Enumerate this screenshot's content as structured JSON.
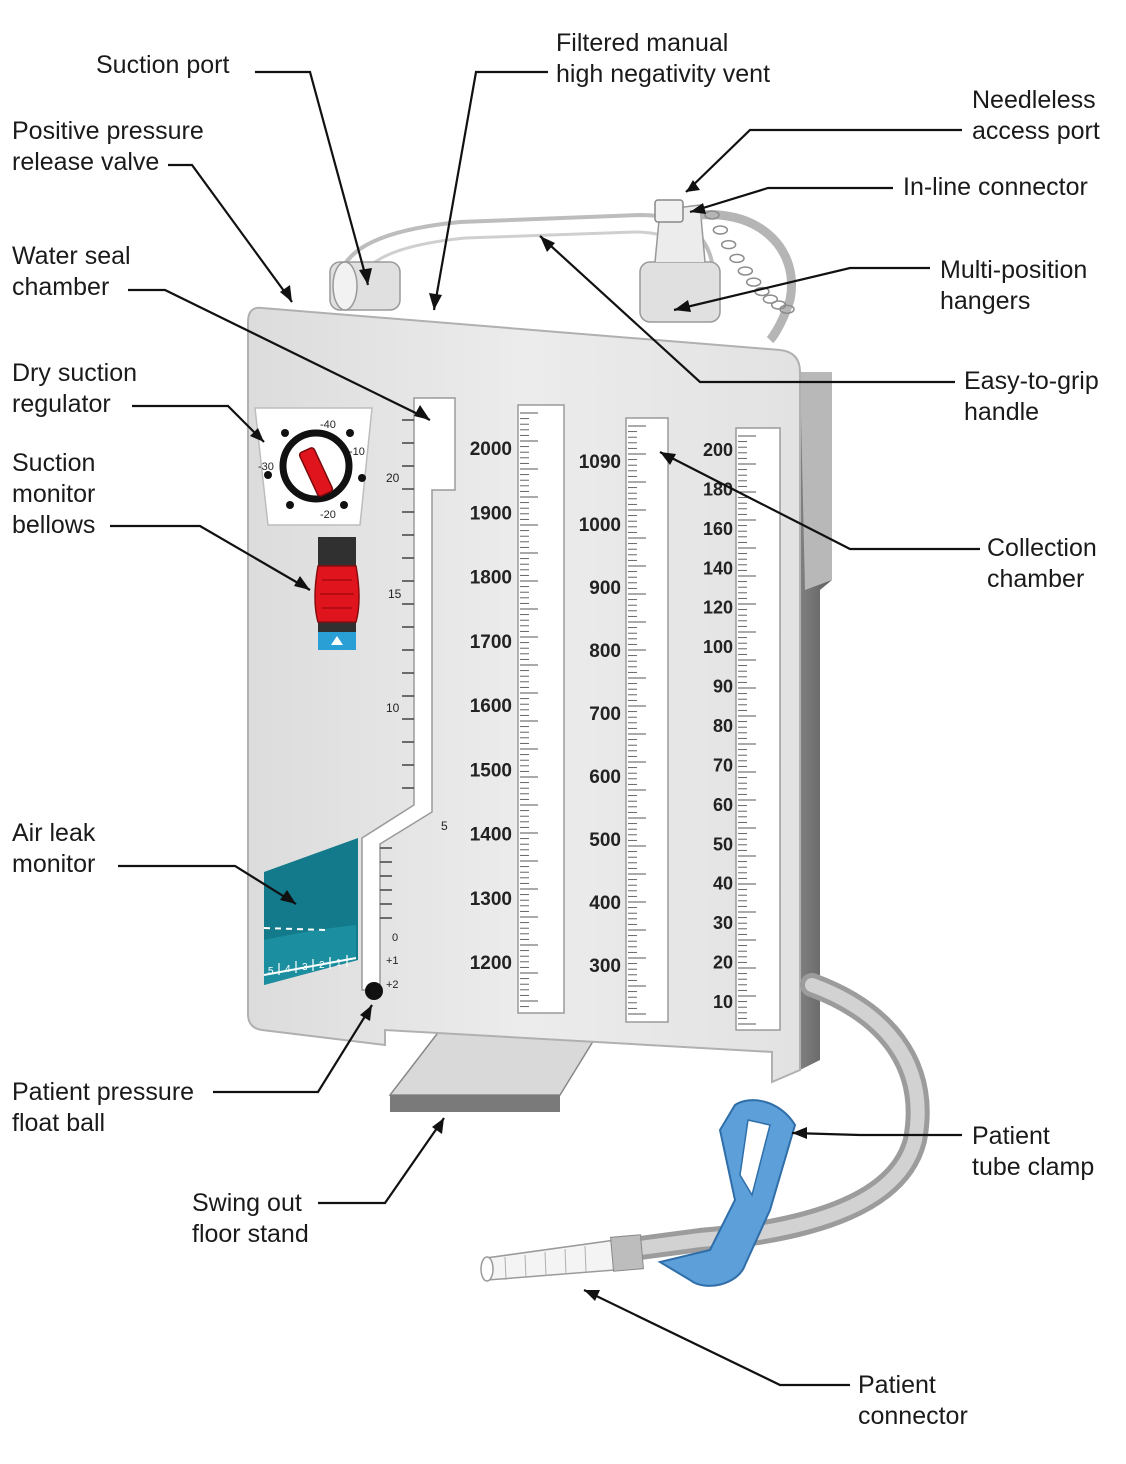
{
  "labels": {
    "suction_port": [
      "Suction port"
    ],
    "filtered_vent": [
      "Filtered manual",
      "high negativity vent"
    ],
    "needleless_port": [
      "Needleless",
      "access port"
    ],
    "positive_valve": [
      "Positive pressure",
      "release valve"
    ],
    "inline_connector": [
      "In-line connector"
    ],
    "water_seal": [
      "Water seal",
      "chamber"
    ],
    "hangers": [
      "Multi-position",
      "hangers"
    ],
    "dry_suction": [
      "Dry suction",
      "regulator"
    ],
    "handle": [
      "Easy-to-grip",
      "handle"
    ],
    "bellows": [
      "Suction",
      "monitor",
      "bellows"
    ],
    "collection": [
      "Collection",
      "chamber"
    ],
    "air_leak": [
      "Air leak",
      "monitor"
    ],
    "float_ball": [
      "Patient pressure",
      "float ball"
    ],
    "tube_clamp": [
      "Patient",
      "tube clamp"
    ],
    "floor_stand": [
      "Swing out",
      "floor stand"
    ],
    "patient_connector": [
      "Patient",
      "connector"
    ]
  },
  "dial": {
    "marks": [
      "-40",
      "-10",
      "-30",
      "-20"
    ]
  },
  "water_seal_scale": {
    "major": [
      "20",
      "15",
      "10",
      "5"
    ],
    "lower": [
      "0",
      "+1",
      "+2"
    ],
    "air_leak_digits": [
      "5",
      "4",
      "3",
      "2",
      "1"
    ]
  },
  "collection_scales": {
    "col1": [
      "2000",
      "1900",
      "1800",
      "1700",
      "1600",
      "1500",
      "1400",
      "1300",
      "1200"
    ],
    "col2": [
      "1090",
      "1000",
      "900",
      "800",
      "700",
      "600",
      "500",
      "400",
      "300"
    ],
    "col3": [
      "200",
      "180",
      "160",
      "140",
      "120",
      "100",
      "90",
      "80",
      "70",
      "60",
      "50",
      "40",
      "30",
      "20",
      "10"
    ]
  },
  "colors": {
    "body": "#e7e7e7",
    "teal": "#127a8a",
    "bellows_red": "#e0141c",
    "indicator_blue": "#2a9fd6",
    "clamp_blue": "#5d9fd8",
    "leader": "#111111"
  }
}
